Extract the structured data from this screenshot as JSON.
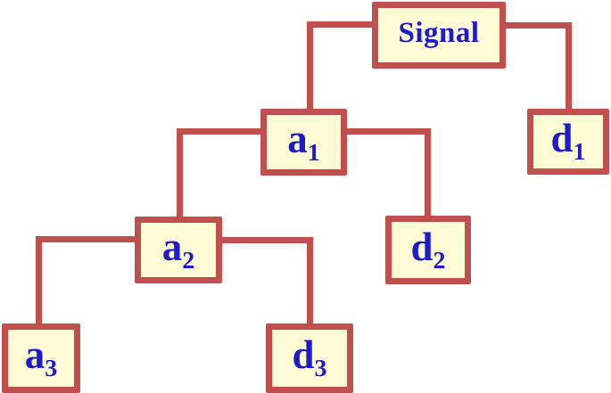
{
  "diagram": {
    "type": "tree",
    "background": "#ffffff",
    "box_fill": "#fefbd5",
    "box_border_color": "#c0504d",
    "label_color": "#1c1cce",
    "nodes": [
      {
        "id": "signal",
        "label": "Signal",
        "sub": ""
      },
      {
        "id": "a1",
        "label": "a",
        "sub": "1"
      },
      {
        "id": "d1",
        "label": "d",
        "sub": "1"
      },
      {
        "id": "a2",
        "label": "a",
        "sub": "2"
      },
      {
        "id": "d2",
        "label": "d",
        "sub": "2"
      },
      {
        "id": "a3",
        "label": "a",
        "sub": "3"
      },
      {
        "id": "d3",
        "label": "d",
        "sub": "3"
      }
    ],
    "edges": [
      {
        "from": "Signal",
        "to": "a1"
      },
      {
        "from": "Signal",
        "to": "d1"
      },
      {
        "from": "a1",
        "to": "a2"
      },
      {
        "from": "a1",
        "to": "d2"
      },
      {
        "from": "a2",
        "to": "a3"
      },
      {
        "from": "a2",
        "to": "d3"
      }
    ]
  }
}
